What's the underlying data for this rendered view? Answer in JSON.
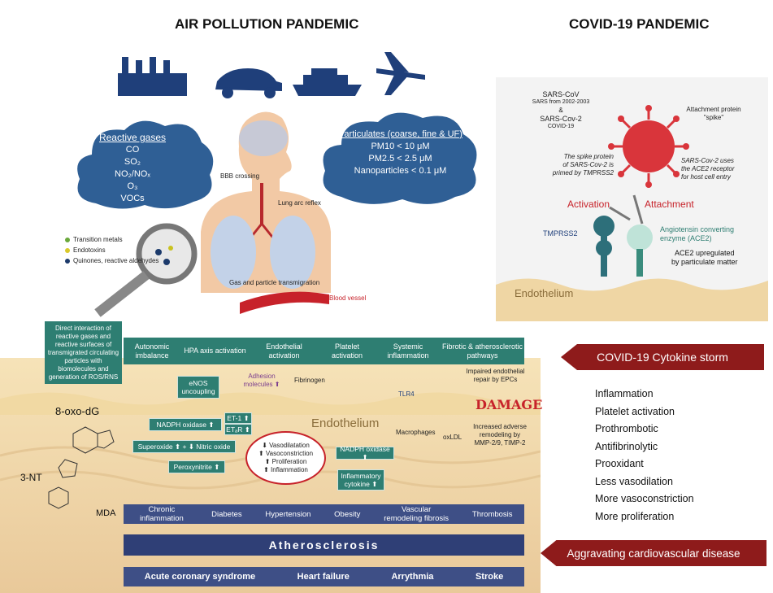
{
  "titles": {
    "air": "AIR POLLUTION PANDEMIC",
    "covid": "COVID-19 PANDEMIC"
  },
  "reactive_gases": {
    "title": "Reactive gases",
    "items": [
      "CO",
      "SO₂",
      "NO₂/NOₓ",
      "O₃",
      "VOCs"
    ]
  },
  "particulates": {
    "title": "Particulates (coarse, fine & UF)",
    "items": [
      "PM10 < 10 μM",
      "PM2.5 < 2.5 μM",
      "Nanoparticles < 0.1 μM"
    ]
  },
  "legend": {
    "items": [
      "Transition metals",
      "Endotoxins",
      "Quinones, reactive aldehydes"
    ]
  },
  "body_labels": {
    "bbb": "BBB crossing",
    "lung_reflex": "Lung arc reflex",
    "gas_particle": "Gas and particle transmigration",
    "blood_vessel": "Blood vessel"
  },
  "covid": {
    "sars_cov": "SARS-CoV",
    "sars_cov_sub": "SARS from 2002-2003",
    "amp": "&",
    "sars_cov2": "SARS-Cov-2",
    "covid19": "COVID-19",
    "spike_primed": [
      "The spike protein",
      "of SARS-Cov-2 is",
      "primed by TMPRSS2"
    ],
    "attachment_protein": [
      "Attachment protein",
      "\"spike\""
    ],
    "ace2_receptor": [
      "SARS-Cov-2 uses",
      "the ACE2 receptor",
      "for host cell entry"
    ],
    "activation": "Activation",
    "attachment": "Attachment",
    "tmprss2": "TMPRSS2",
    "ace2": [
      "Angiotensin converting",
      "enzyme (ACE2)"
    ],
    "ace2_up": [
      "ACE2 upregulated",
      "by particulate matter"
    ],
    "endothelium": "Endothelium"
  },
  "direct_interaction": "Direct interaction of reactive gases and reactive surfaces of transmigrated circulating particles with biomolecules and generation of ROS/RNS",
  "pathways": [
    "Autonomic imbalance",
    "HPA axis activation",
    "Endothelial activation",
    "Platelet activation",
    "Systemic inflammation",
    "Fibrotic & atherosclerotic pathways"
  ],
  "endo_details": {
    "adhesion": "Adhesion molecules ⬆",
    "fibrinogen": "Fibrinogen",
    "tlr4": "TLR4",
    "impaired": "Impaired endothelial repair by EPCs",
    "damage": "DAMAGE",
    "oxo": "8-oxo-dG",
    "enos": "eNOS uncoupling",
    "nadph1": "NADPH oxidase ⬆",
    "et1": "ET-1 ⬆",
    "etar": "ETₐR ⬆",
    "endothelium": "Endothelium",
    "macrophages": "Macrophages",
    "superoxide": "Superoxide ⬆ + ⬇ Nitric oxide",
    "effects": [
      "⬇ Vasodilatation",
      "⬆ Vasoconstriction",
      "⬆ Proliferation",
      "⬆ Inflammation"
    ],
    "nadph2": "NADPH oxidase ⬆",
    "oxldl": "oxLDL",
    "remodeling": "Increased adverse remodeling by MMP-2/9, TIMP-2",
    "peroxynitrite": "Peroxynitrite ⬆",
    "inflam_cytokine": "Inflammatory cytokine ⬆",
    "nt3": "3-NT",
    "mda": "MDA"
  },
  "diseases": [
    "Chronic inflammation",
    "Diabetes",
    "Hypertension",
    "Obesity",
    "Vascular remodeling fibrosis",
    "Thrombosis"
  ],
  "atherosclerosis": "Atherosclerosis",
  "outcomes": [
    "Acute coronary syndrome",
    "Heart failure",
    "Arrythmia",
    "Stroke"
  ],
  "cytokine_storm": "COVID-19 Cytokine storm",
  "storm_effects": [
    "Inflammation",
    "Platelet activation",
    "Prothrombotic",
    "Antifibrinolytic",
    "Prooxidant",
    "Less vasodilation",
    "More vasoconstriction",
    "More proliferation"
  ],
  "aggravating": "Aggravating cardiovascular disease",
  "colors": {
    "navy": "#1f3f7a",
    "teal": "#2e7e72",
    "darkred": "#8e1b1b",
    "cloud": "#2f5f95",
    "virus": "#d9353b"
  }
}
